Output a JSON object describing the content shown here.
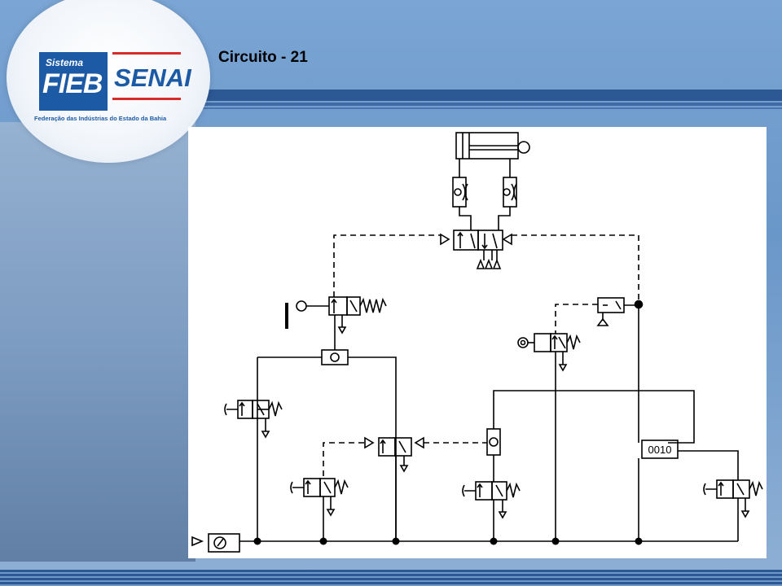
{
  "slide": {
    "title": "Circuito - 21",
    "colors": {
      "brand_blue": "#1c5aa6",
      "brand_red": "#d82b2b",
      "background": "#6a97c9"
    }
  },
  "logo": {
    "sistema": "Sistema",
    "fieb": "FIEB",
    "senai": "SENAI",
    "caption": "Federação das Indústrias do Estado da Bahia"
  },
  "diagram": {
    "counter_label": "0010"
  }
}
